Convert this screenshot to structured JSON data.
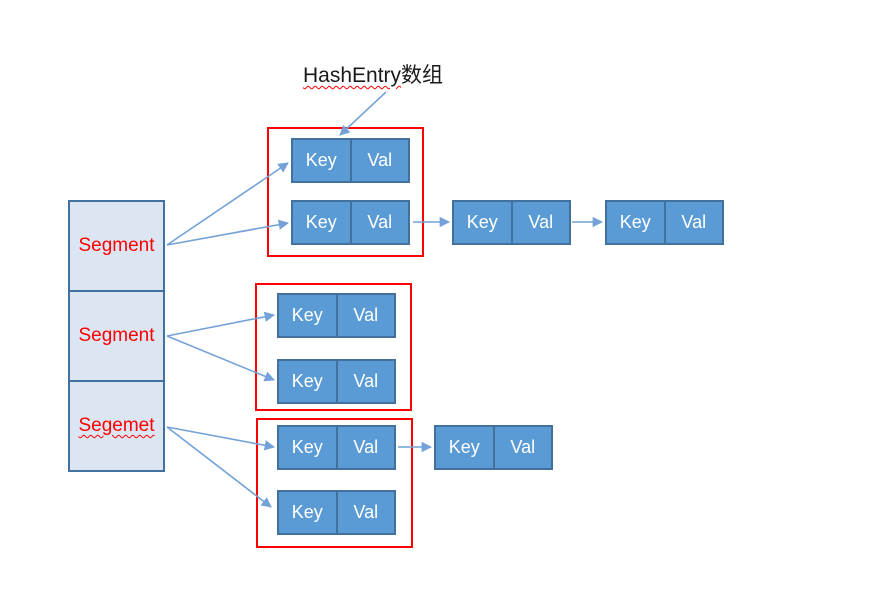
{
  "title": {
    "main": "HashEntry",
    "suffix": "数组"
  },
  "segment_table": {
    "items": [
      {
        "label": "Segment"
      },
      {
        "label": "Segment"
      },
      {
        "label": "Segemet"
      }
    ]
  },
  "nodes": [
    {
      "key": "Key",
      "val": "Val"
    },
    {
      "key": "Key",
      "val": "Val"
    },
    {
      "key": "Key",
      "val": "Val"
    },
    {
      "key": "Key",
      "val": "Val"
    },
    {
      "key": "Key",
      "val": "Val"
    },
    {
      "key": "Key",
      "val": "Val"
    },
    {
      "key": "Key",
      "val": "Val"
    },
    {
      "key": "Key",
      "val": "Val"
    },
    {
      "key": "Key",
      "val": "Val"
    }
  ],
  "colors": {
    "node_fill": "#5b9bd5",
    "node_border": "#41719c",
    "segment_fill": "#dbe6f2",
    "segment_border": "#41719c",
    "group_border": "#ff0000",
    "label_red": "#ff0000",
    "arrow": "#74a2d8",
    "title_color": "#1a1a1a"
  }
}
